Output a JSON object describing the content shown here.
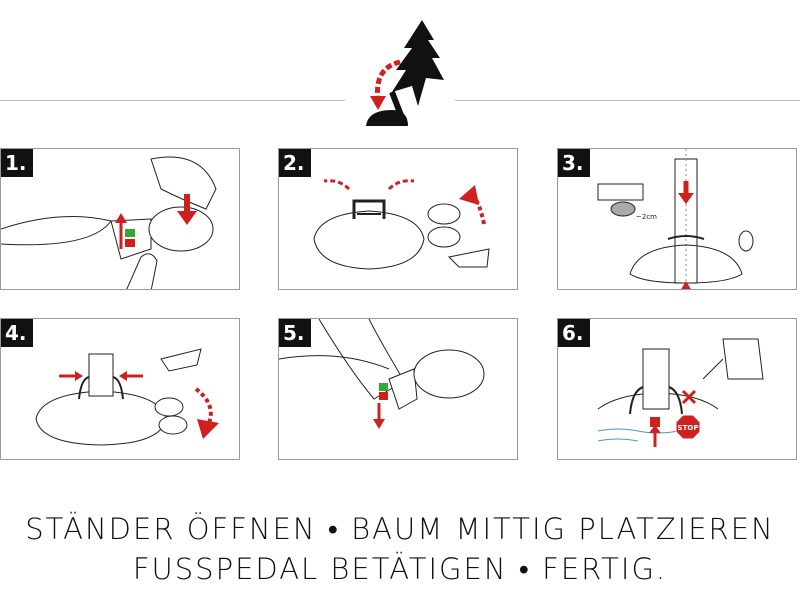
{
  "steps": [
    {
      "number": "1."
    },
    {
      "number": "2."
    },
    {
      "number": "3.",
      "annotation": "~2cm"
    },
    {
      "number": "4."
    },
    {
      "number": "5."
    },
    {
      "number": "6.",
      "sign": "STOP"
    }
  ],
  "caption": {
    "line1": "STÄNDER ÖFFNEN • BAUM MITTIG PLATZIEREN",
    "line2": "FUSSPEDAL BETÄTIGEN • FERTIG."
  },
  "colors": {
    "accent": "#d0201e",
    "ink": "#111111"
  }
}
